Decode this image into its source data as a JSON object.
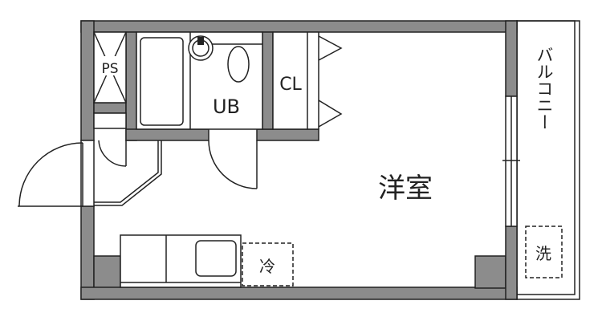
{
  "floor_plan": {
    "rooms": {
      "pipe_space": "PS",
      "unit_bath": "UB",
      "closet": "CL",
      "western_room": "洋室",
      "balcony": "バルコニー"
    },
    "appliances": {
      "refrigerator": "冷",
      "washer": "洗"
    },
    "colors": {
      "wall": "#8c8c8c",
      "line": "#222222"
    }
  }
}
